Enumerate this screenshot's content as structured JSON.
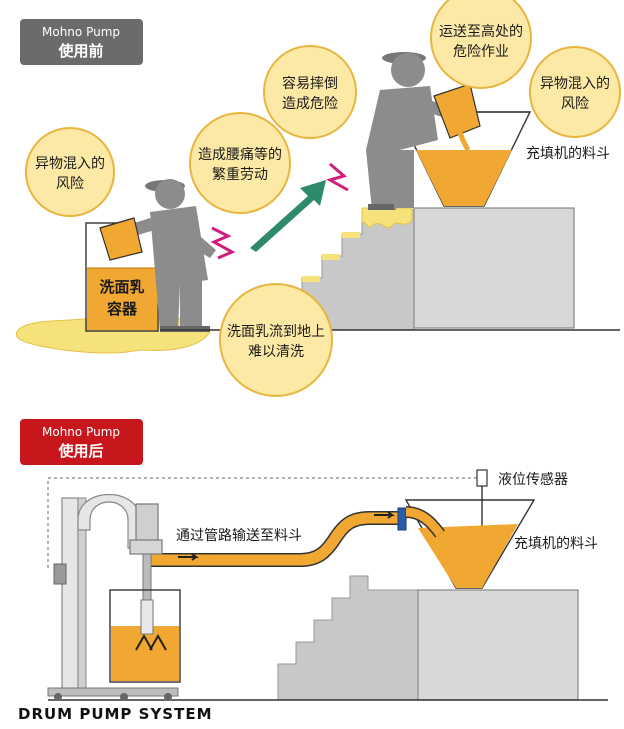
{
  "before": {
    "tag_en": "Mohno Pump",
    "tag_cn": "使用前",
    "bubbles": [
      {
        "line1": "异物混入的",
        "line2": "风险"
      },
      {
        "line1": "造成腰痛等的",
        "line2": "繁重劳动"
      },
      {
        "line1": "容易摔倒",
        "line2": "造成危险"
      },
      {
        "line1": "运送至高处的",
        "line2": "危险作业"
      },
      {
        "line1": "异物混入的",
        "line2": "风险"
      },
      {
        "line1": "洗面乳流到地上",
        "line2": "难以清洗"
      }
    ],
    "container_line1": "洗面乳",
    "container_line2": "容器",
    "hopper_label": "充填机的料斗"
  },
  "after": {
    "tag_en": "Mohno Pump",
    "tag_cn": "使用后",
    "pipe_label": "通过管路输送至料斗",
    "sensor_label": "液位传感器",
    "hopper_label": "充填机的料斗"
  },
  "footer": {
    "title": "DRUM PUMP SYSTEM"
  },
  "colors": {
    "gray_tag": "#6b6b6b",
    "red_tag": "#c8161d",
    "liquid": "#f0a832",
    "liquid_light": "#f6e27a",
    "bubble_fill": "#fde9a6",
    "bubble_stroke": "#e7b640",
    "person": "#8c8c8c",
    "stairs": "#c8c8c8",
    "arrow_green": "#2e8b6a",
    "zigzag": "#d11e7c"
  }
}
